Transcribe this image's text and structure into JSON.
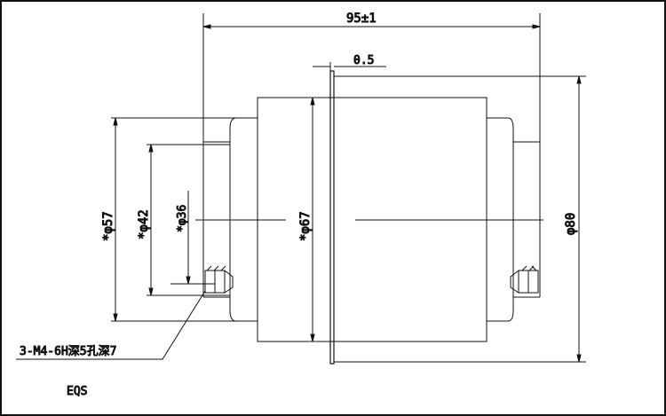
{
  "dimensions": {
    "overall_length": "95±1",
    "plate_thickness": "0.5",
    "outer_diameter": "φ80",
    "body_diameter": "*φ67",
    "flange_diameter": "*φ57",
    "bolt_circle": "*φ42",
    "bore_diameter": "*φ36"
  },
  "notes": {
    "thread_note": "3-M4-6H深5孔深7",
    "spacing": "EQS"
  }
}
